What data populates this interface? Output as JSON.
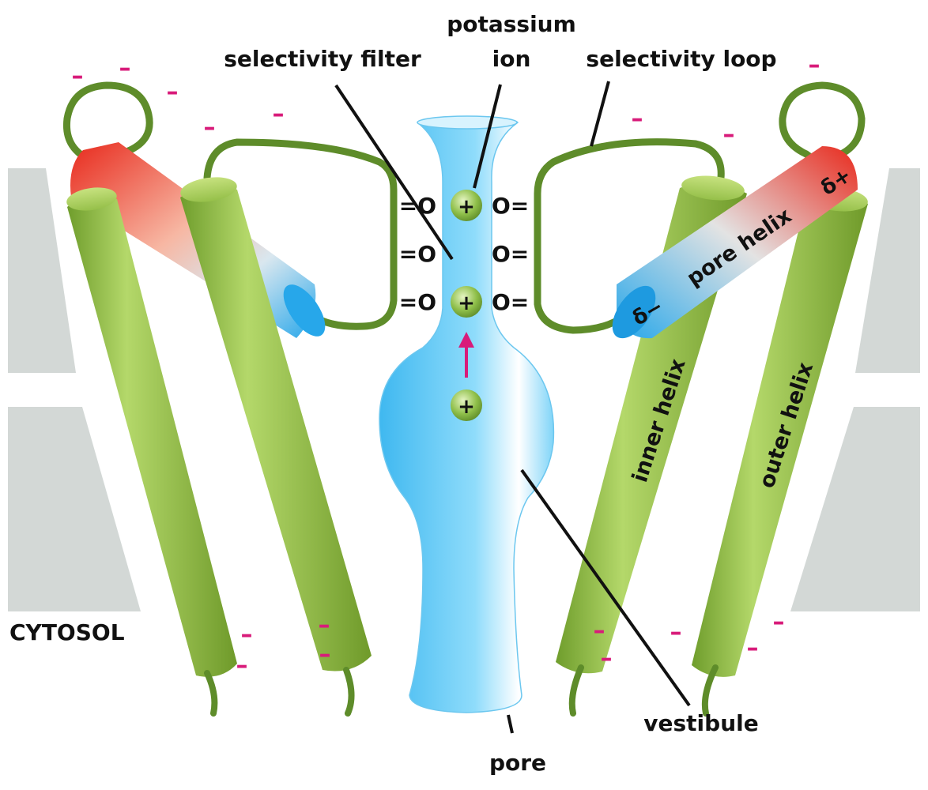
{
  "labels": {
    "potassium_line1": "potassium",
    "potassium_line2": "ion",
    "selectivity_filter": "selectivity filter",
    "selectivity_loop": "selectivity loop",
    "pore_helix": "pore helix",
    "inner_helix": "inner helix",
    "outer_helix": "outer helix",
    "cytosol": "CYTOSOL",
    "vestibule": "vestibule",
    "pore": "pore",
    "delta_plus": "δ+",
    "delta_minus": "δ−"
  },
  "carbonyls": {
    "left": [
      "=O",
      "=O",
      "=O"
    ],
    "right": [
      "O=",
      "O=",
      "O="
    ]
  },
  "ion_symbol": "+",
  "negative_symbol": "–",
  "colors": {
    "helix_green": "#8cbf3f",
    "loop_green": "#5e8c2a",
    "pore_blue": "#5cc8f5",
    "membrane_gray": "#d3d8d6",
    "charge_magenta": "#d81b7a",
    "dipole_red": "#e8291c",
    "dipole_blue": "#27a7ea"
  }
}
